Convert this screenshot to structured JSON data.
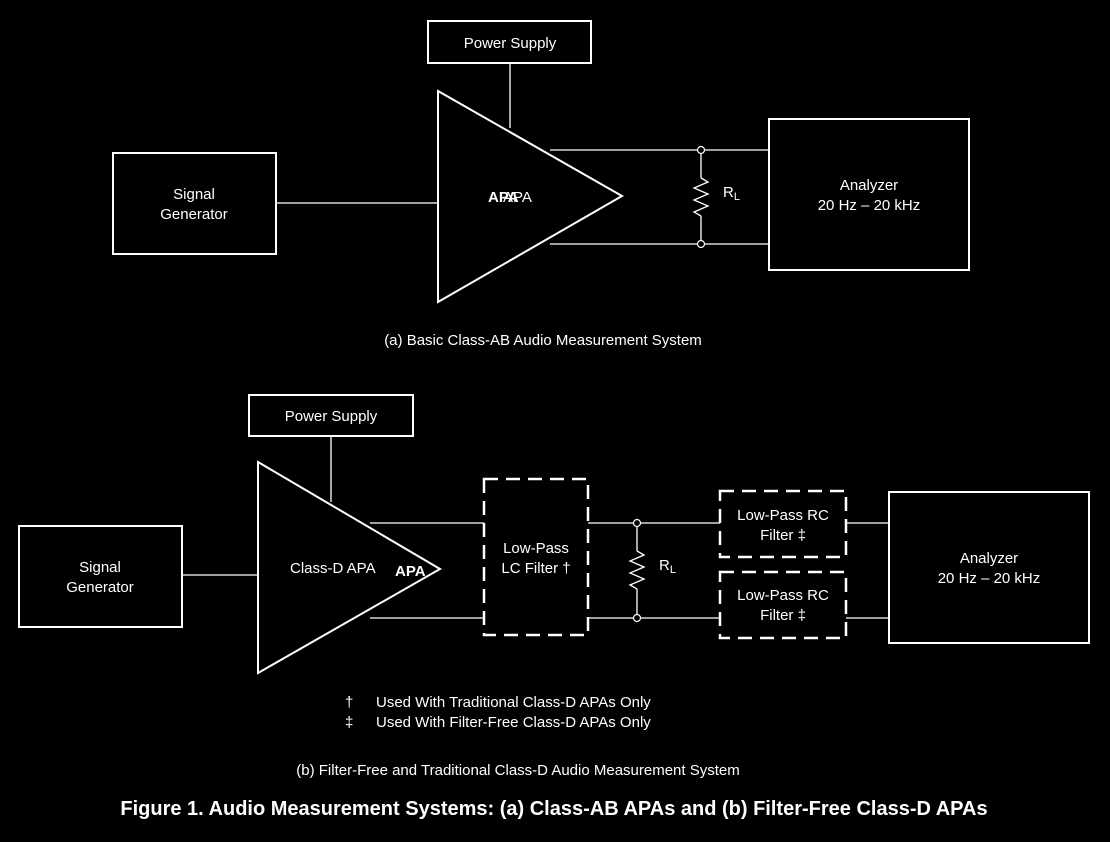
{
  "diagram_a": {
    "power_supply": "Power Supply",
    "signal_generator": [
      "Signal",
      "Generator"
    ],
    "amp_label": "APA",
    "amp_label_overlap": "APA",
    "resistor": "R",
    "resistor_sub": "L",
    "analyzer": [
      "Analyzer",
      "20 Hz – 20 kHz"
    ],
    "caption": "(a) Basic Class-AB Audio Measurement System"
  },
  "diagram_b": {
    "power_supply": "Power Supply",
    "signal_generator": [
      "Signal",
      "Generator"
    ],
    "amp_label": "Class-D APA",
    "amp_label_bold": "APA",
    "lc_filter": [
      "Low-Pass",
      "LC Filter †"
    ],
    "resistor": "R",
    "resistor_sub": "L",
    "rc_filter_top": [
      "Low-Pass RC",
      "Filter ‡"
    ],
    "rc_filter_bottom": [
      "Low-Pass RC",
      "Filter ‡"
    ],
    "analyzer": [
      "Analyzer",
      "20 Hz – 20 kHz"
    ],
    "notes": [
      {
        "symbol": "†",
        "text": "Used With Traditional Class-D APAs Only"
      },
      {
        "symbol": "‡",
        "text": "Used With Filter-Free Class-D APAs Only"
      }
    ],
    "caption": "(b) Filter-Free and Traditional Class-D Audio Measurement System"
  },
  "figure_title": "Figure 1. Audio Measurement Systems: (a) Class-AB APAs and (b) Filter-Free Class-D APAs"
}
